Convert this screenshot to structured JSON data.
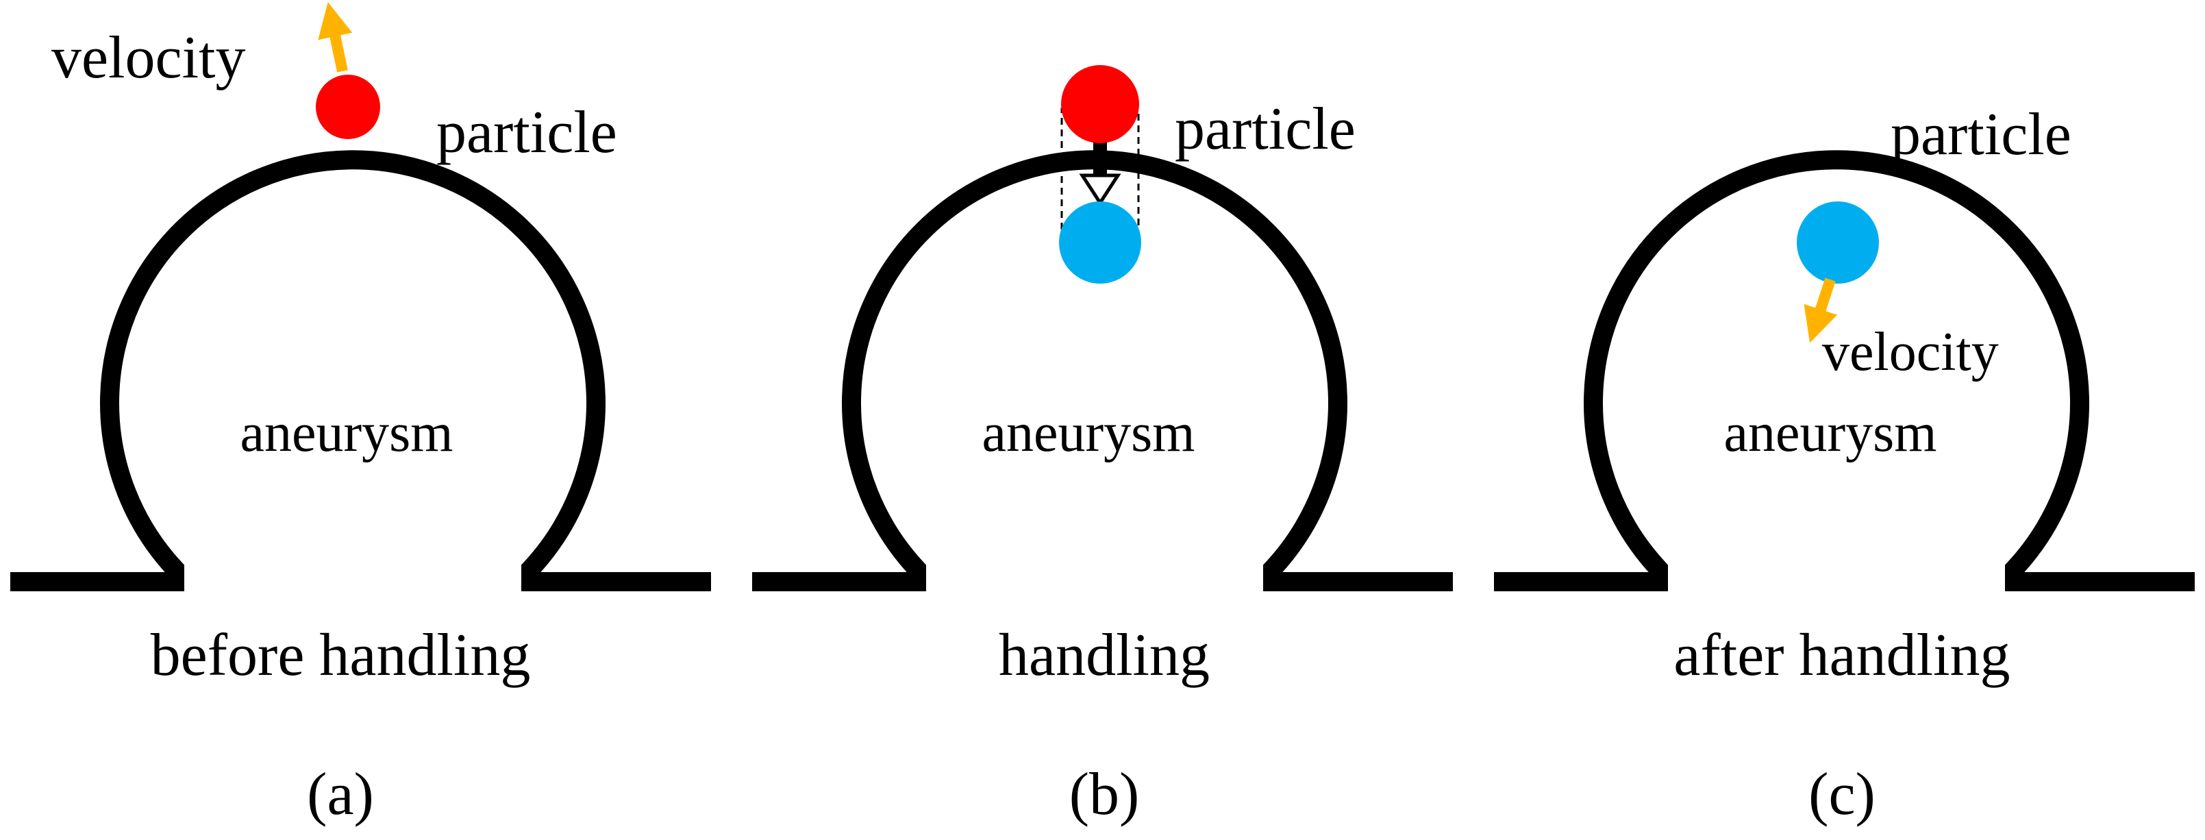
{
  "colors": {
    "wall": "#000000",
    "particle_before": "#ff0000",
    "particle_after": "#00aeef",
    "velocity_arrow": "#ffb300",
    "background": "#ffffff"
  },
  "panels": [
    {
      "id": "a",
      "particle_label": "particle",
      "velocity_label": "velocity",
      "region_label": "aneurysm",
      "caption": "before handling",
      "tag": "(a)"
    },
    {
      "id": "b",
      "particle_label": "particle",
      "region_label": "aneurysm",
      "caption": "handling",
      "tag": "(b)"
    },
    {
      "id": "c",
      "particle_label": "particle",
      "velocity_label": "velocity",
      "region_label": "aneurysm",
      "caption": "after handling",
      "tag": "(c)"
    }
  ]
}
